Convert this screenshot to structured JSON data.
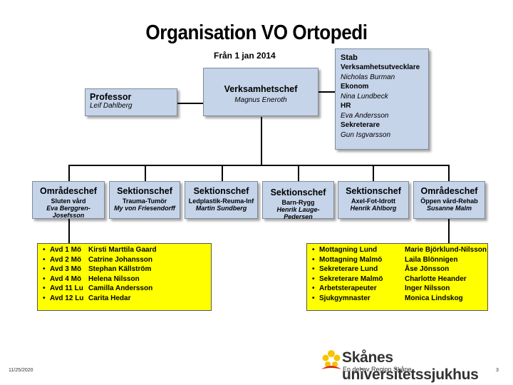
{
  "title": "Organisation  VO Ortopedi",
  "subtitle": "Från 1 jan 2014",
  "head": {
    "role": "Verksamhetschef",
    "name": "Magnus Eneroth"
  },
  "professor": {
    "role": "Professor",
    "name": "Leif Dahlberg"
  },
  "stab": {
    "title": "Stab",
    "items": [
      {
        "role": "Verksamhetsutvecklare",
        "name": "Nicholas Burman"
      },
      {
        "role": "Ekonom",
        "name": "Nina Lundbeck"
      },
      {
        "role": "HR",
        "name": "Eva Andersson"
      },
      {
        "role": "Sekreterare",
        "name": "Gun Isgvarsson"
      }
    ]
  },
  "units": [
    {
      "role": "Områdeschef",
      "area": "Sluten vård",
      "name": "Eva Berggren-Josefsson"
    },
    {
      "role": "Sektionschef",
      "area": "Trauma-Tumör",
      "name": "My von Friesendorff"
    },
    {
      "role": "Sektionschef",
      "area": "Ledplastik-Reuma-Inf",
      "name": "Martin Sundberg"
    },
    {
      "role": "Sektionschef",
      "area": "Barn-Rygg",
      "name": "Henrik Lauge-Pedersen"
    },
    {
      "role": "Sektionschef",
      "area": "Axel-Fot-Idrott",
      "name": "Henrik Ahlborg"
    },
    {
      "role": "Områdeschef",
      "area": "Öppen vård-Rehab",
      "name": "Susanne Malm"
    }
  ],
  "left_list": [
    {
      "unit": "Avd 1  Mö",
      "name": "Kirsti Marttila Gaard"
    },
    {
      "unit": "Avd 2  Mö",
      "name": "Catrine Johansson"
    },
    {
      "unit": "Avd 3  Mö",
      "name": "Stephan Källström"
    },
    {
      "unit": "Avd 4  Mö",
      "name": "Helena Nilsson"
    },
    {
      "unit": "Avd 11 Lu",
      "name": "Camilla Andersson"
    },
    {
      "unit": "Avd 12 Lu",
      "name": "Carita Hedar"
    }
  ],
  "right_list": [
    {
      "unit": "Mottagning  Lund",
      "name": "Marie Björklund-Nilsson"
    },
    {
      "unit": "Mottagning Malmö",
      "name": "Laila Blönnigen"
    },
    {
      "unit": "Sekreterare Lund",
      "name": "Åse Jönsson"
    },
    {
      "unit": "Sekreterare Malmö",
      "name": "Charlotte Heander"
    },
    {
      "unit": "Arbetsterapeuter",
      "name": "Inger Nilsson"
    },
    {
      "unit": "Sjukgymnaster",
      "name": "Monica Lindskog"
    }
  ],
  "bullet": "•",
  "footer": {
    "date": "11/25/2020",
    "page": "3",
    "logo_text": "Skånes universitetssjukhus",
    "logo_sub": "En del av Region Skåne"
  },
  "colors": {
    "box_fill": "#c6d4ea",
    "list_fill": "#ffff00",
    "logo_yellow": "#f5c400",
    "logo_red": "#d9261c"
  }
}
